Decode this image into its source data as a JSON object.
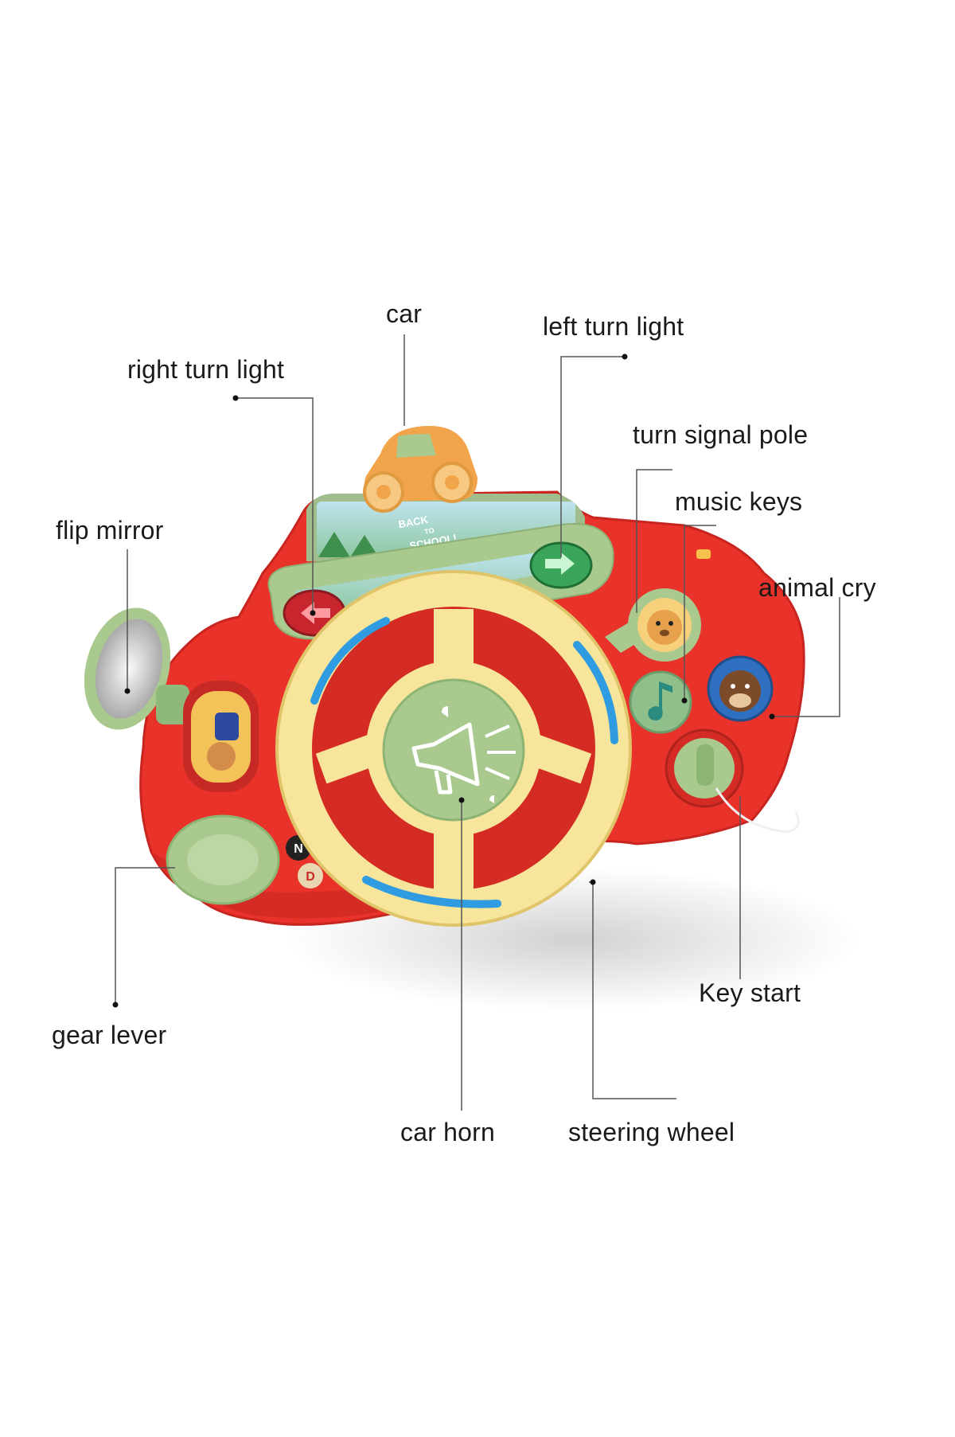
{
  "labels": {
    "car": "car",
    "left_turn_light": "left turn light",
    "right_turn_light": "right turn light",
    "turn_signal_pole": "turn signal pole",
    "music_keys": "music keys",
    "flip_mirror": "flip mirror",
    "animal_cry": "animal cry",
    "gear_lever": "gear lever",
    "key_start": "Key start",
    "car_horn": "car horn",
    "steering_wheel": "steering wheel"
  },
  "toy_print": {
    "screen_line1": "BACK",
    "screen_line2": "TO",
    "screen_line3": "SCHOOL!",
    "gear_n": "N",
    "gear_d": "D"
  },
  "colors": {
    "body_red": "#e8322a",
    "wheel_yellow": "#f6e59a",
    "accent_green": "#a9c98f",
    "accent_blue": "#2f9be0"
  }
}
